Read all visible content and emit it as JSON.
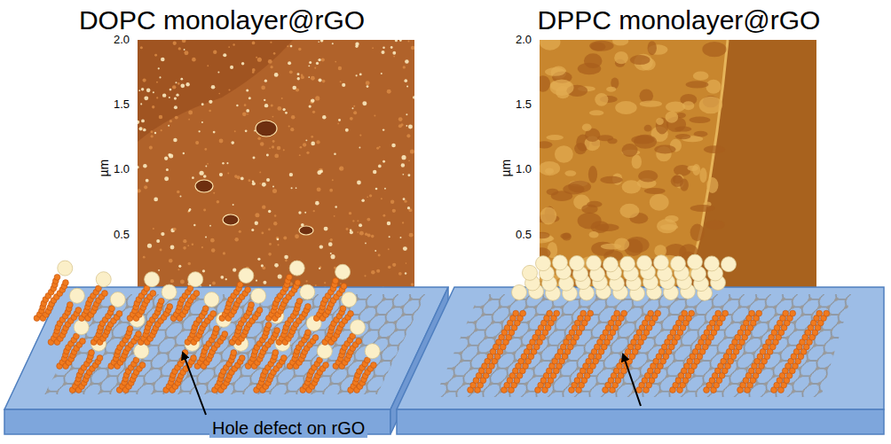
{
  "diagram": {
    "labels": [
      "DOPC monolayer@rGO",
      "2.0",
      "1.5",
      "1.0",
      "0.5",
      "µm",
      "DPPC monolayer@rGO",
      "2.0",
      "1.5",
      "1.0",
      "0.5",
      "µm",
      "Hole defect on rGO"
    ]
  }
}
